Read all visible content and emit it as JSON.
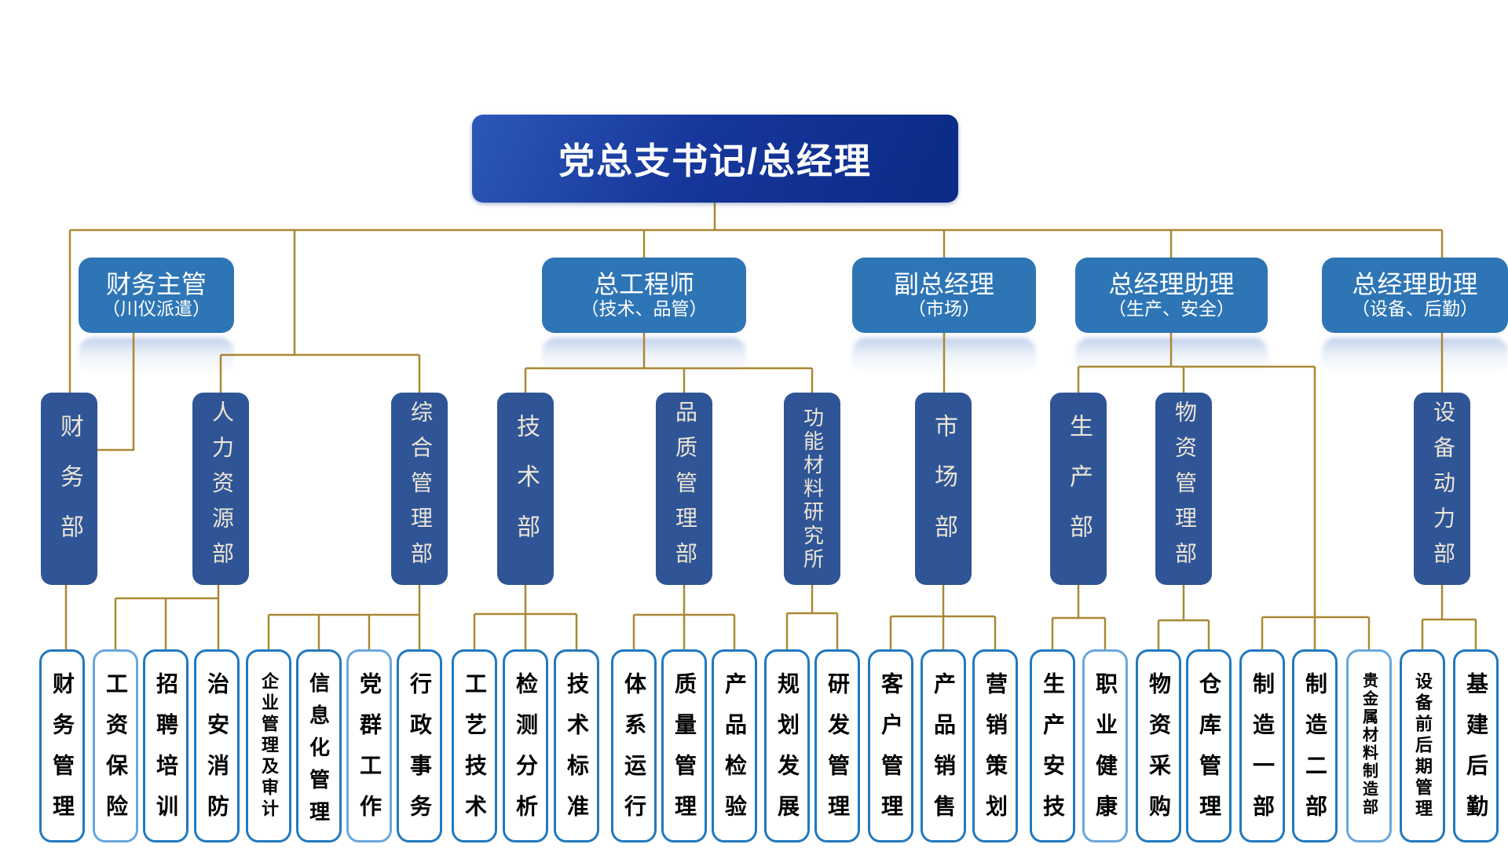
{
  "root": {
    "label": "党总支书记/总经理"
  },
  "level2": [
    {
      "label": "财务主管",
      "sub": "（川仪派遣）"
    },
    {
      "label": "总工程师",
      "sub": "（技术、品管）"
    },
    {
      "label": "副总经理",
      "sub": "（市场）"
    },
    {
      "label": "总经理助理",
      "sub": "（生产、安全）"
    },
    {
      "label": "总经理助理",
      "sub": "（设备、后勤）"
    }
  ],
  "level3": [
    {
      "label": "财务部"
    },
    {
      "label": "人力资源部"
    },
    {
      "label": "综合管理部"
    },
    {
      "label": "技术部"
    },
    {
      "label": "品质管理部"
    },
    {
      "label": "功能材料研究所"
    },
    {
      "label": "市场部"
    },
    {
      "label": "生产部"
    },
    {
      "label": "物资管理部"
    },
    {
      "label": "设备动力部"
    }
  ],
  "level4": [
    {
      "label": "财务管理",
      "border": "#2279bd"
    },
    {
      "label": "工资保险",
      "border": "#6aa7dd"
    },
    {
      "label": "招聘培训",
      "border": "#2279bd"
    },
    {
      "label": "治安消防",
      "border": "#2279bd"
    },
    {
      "label": "企业管理及审计",
      "border": "#2279bd"
    },
    {
      "label": "信息化管理",
      "border": "#2279bd"
    },
    {
      "label": "党群工作",
      "border": "#6aa7dd"
    },
    {
      "label": "行政事务",
      "border": "#2279bd"
    },
    {
      "label": "工艺技术",
      "border": "#2279bd"
    },
    {
      "label": "检测分析",
      "border": "#2279bd"
    },
    {
      "label": "技术标准",
      "border": "#2279bd"
    },
    {
      "label": "体系运行",
      "border": "#2279bd"
    },
    {
      "label": "质量管理",
      "border": "#2279bd"
    },
    {
      "label": "产品检验",
      "border": "#2279bd"
    },
    {
      "label": "规划发展",
      "border": "#2279bd"
    },
    {
      "label": "研发管理",
      "border": "#2279bd"
    },
    {
      "label": "客户管理",
      "border": "#2279bd"
    },
    {
      "label": "产品销售",
      "border": "#2279bd"
    },
    {
      "label": "营销策划",
      "border": "#2279bd"
    },
    {
      "label": "生产安技",
      "border": "#2279bd"
    },
    {
      "label": "职业健康",
      "border": "#6aa7dd"
    },
    {
      "label": "物资采购",
      "border": "#2279bd"
    },
    {
      "label": "仓库管理",
      "border": "#2279bd"
    },
    {
      "label": "制造一部",
      "border": "#2279bd"
    },
    {
      "label": "制造二部",
      "border": "#2279bd"
    },
    {
      "label": "贵金属材料制造部",
      "border": "#6aa7dd"
    },
    {
      "label": "设备前后期管理",
      "border": "#2279bd"
    },
    {
      "label": "基建后勤",
      "border": "#2279bd"
    }
  ],
  "colors": {
    "connector": "#aa8833",
    "level2_fill": "#2e75b6",
    "level3_fill": "#2f5597",
    "root_gradient_start": "#2c58b8",
    "root_gradient_end": "#0b2a86"
  }
}
